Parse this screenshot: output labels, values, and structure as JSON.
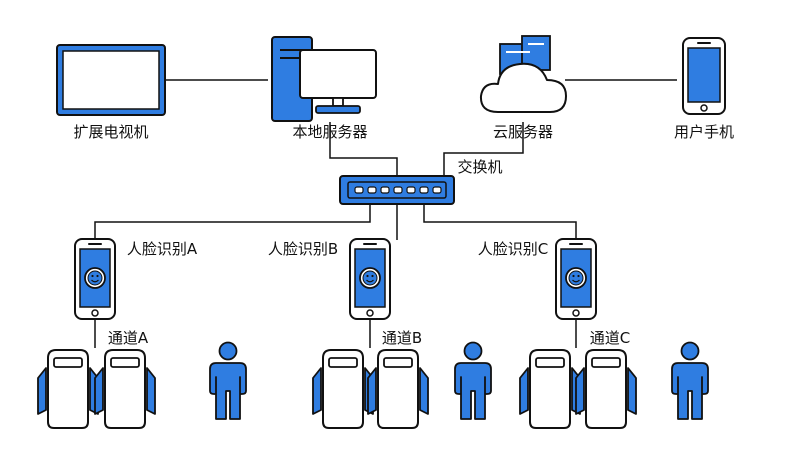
{
  "labels": {
    "tv": "扩展电视机",
    "local_server": "本地服务器",
    "cloud_server": "云服务器",
    "user_phone": "用户手机",
    "switch": "交换机",
    "face_a": "人脸识别A",
    "face_b": "人脸识别B",
    "face_c": "人脸识别C",
    "channel_a": "通道A",
    "channel_b": "通道B",
    "channel_c": "通道C"
  },
  "colors": {
    "accent": "#2F7DE1",
    "outline": "#111111",
    "background": "#ffffff"
  }
}
